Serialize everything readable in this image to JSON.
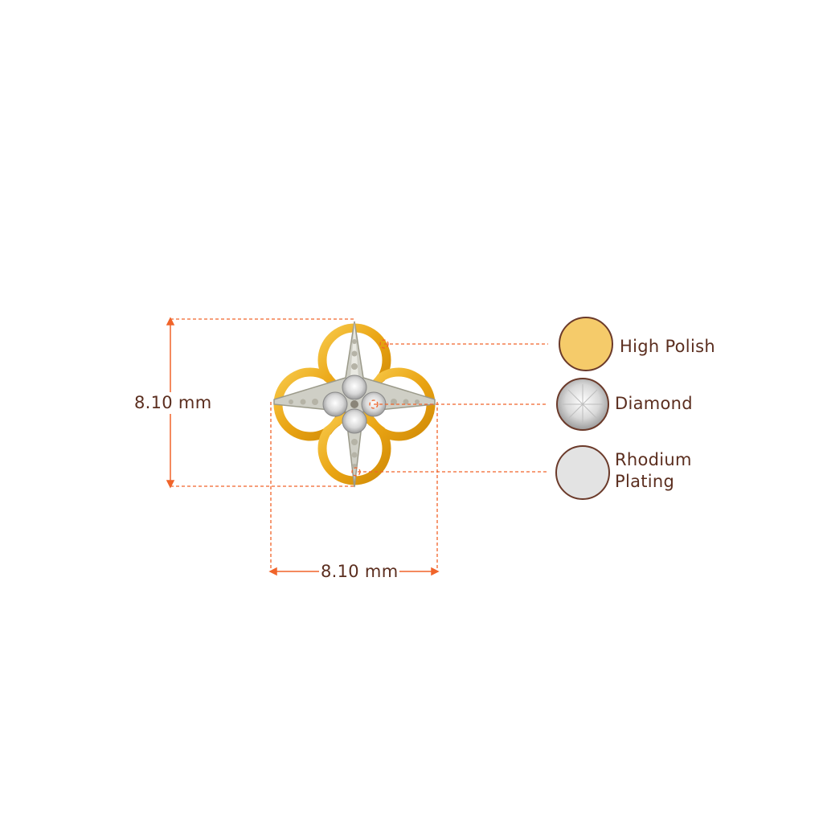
{
  "dimensions": {
    "height_label": "8.10 mm",
    "width_label": "8.10 mm"
  },
  "legend": [
    {
      "label": "High Polish",
      "swatch": "#f5cb6a",
      "icon": "gold-swatch-icon"
    },
    {
      "label": "Diamond",
      "swatch": "#e8e8e8",
      "icon": "diamond-swatch-icon"
    },
    {
      "label_line1": "Rhodium",
      "label_line2": "Plating",
      "swatch": "#e3e3e3",
      "icon": "rhodium-swatch-icon"
    }
  ],
  "colors": {
    "dimension_line": "#f0642a",
    "text": "#5b2e1f",
    "swatch_border": "#6b3a2a",
    "gold": "#f2b41e"
  }
}
